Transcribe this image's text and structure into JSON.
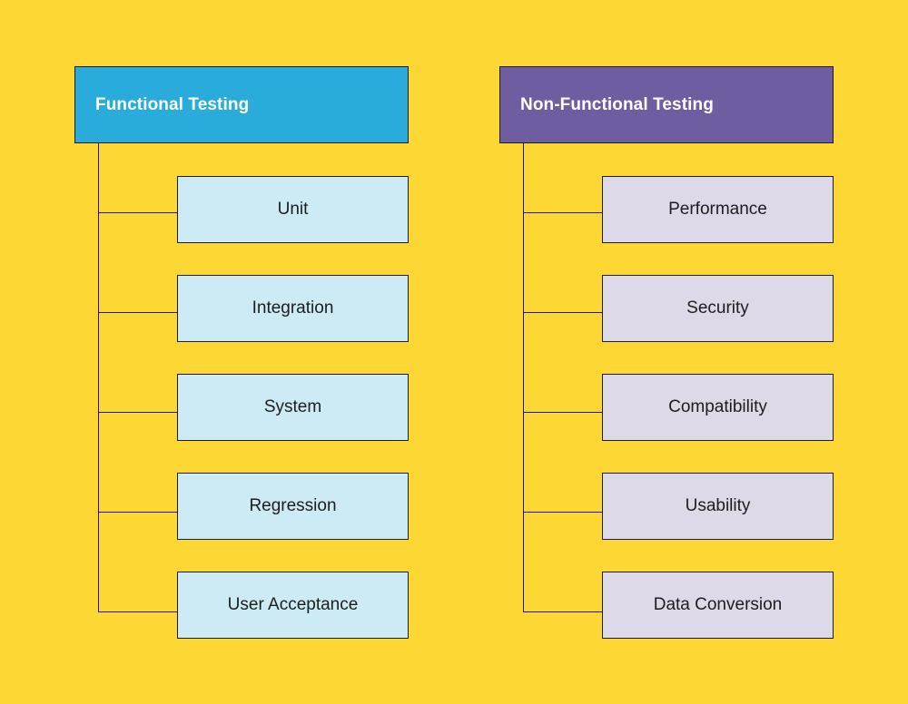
{
  "colors": {
    "background": "#FDD835",
    "functional_header": "#29ABDB",
    "functional_item": "#CDEBF5",
    "nonfunctional_header": "#6F5DA2",
    "nonfunctional_item": "#DDD9E9",
    "line": "#1D1D1D"
  },
  "functional": {
    "title": "Functional Testing",
    "items": [
      "Unit",
      "Integration",
      "System",
      "Regression",
      "User Acceptance"
    ]
  },
  "nonfunctional": {
    "title": "Non-Functional Testing",
    "items": [
      "Performance",
      "Security",
      "Compatibility",
      "Usability",
      "Data Conversion"
    ]
  }
}
